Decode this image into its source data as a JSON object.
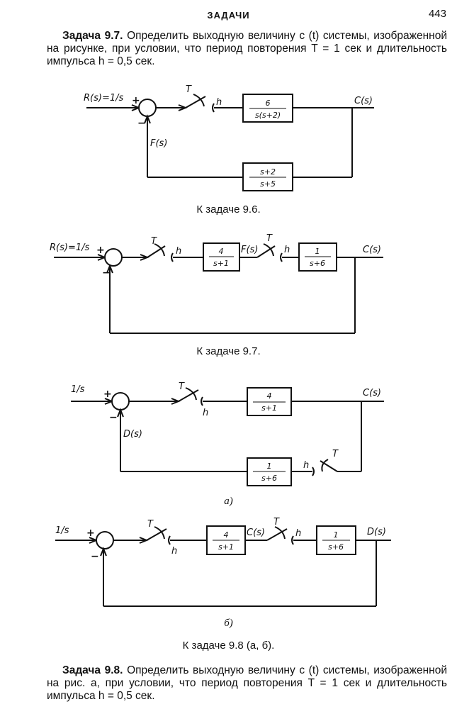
{
  "header": {
    "title": "ЗАДАЧИ",
    "page_number": "443"
  },
  "problem_97": {
    "label": "Задача 9.7.",
    "line1": "Определить выходную величину c (t) системы, изображенной",
    "line2": "на рисунке, при условии, что период повторения T = 1 сек и длительность",
    "line3": "импульса h = 0,5 сек."
  },
  "fig_96": {
    "input_label": "R(s)=1/s",
    "plus": "+",
    "minus": "−",
    "sampler_T": "T",
    "hold_h": "h",
    "forward_block": {
      "num": "6",
      "den": "s(s+2)"
    },
    "output_label": "C(s)",
    "feedback_label": "F(s)",
    "feedback_block": {
      "num": "s+2",
      "den": "s+5"
    },
    "caption": "К задаче 9.6."
  },
  "fig_97": {
    "input_label": "R(s)=1/s",
    "plus": "+",
    "minus": "−",
    "sampler1_T": "T",
    "hold1_h": "h",
    "block1": {
      "num": "4",
      "den": "s+1"
    },
    "mid_label": "F(s)",
    "sampler2_T": "T",
    "hold2_h": "h",
    "block2": {
      "num": "1",
      "den": "s+6"
    },
    "output_label": "C(s)",
    "caption": "К задаче 9.7."
  },
  "fig_98a": {
    "input_label": "1/s",
    "plus": "+",
    "minus": "−",
    "sampler1_T": "T",
    "hold1_h": "h",
    "forward_block": {
      "num": "4",
      "den": "s+1"
    },
    "output_label": "C(s)",
    "feedback_label": "D(s)",
    "sampler2_T": "T",
    "hold2_h": "h",
    "feedback_block": {
      "num": "1",
      "den": "s+6"
    },
    "subcaption": "a)"
  },
  "fig_98b": {
    "input_label": "1/s",
    "plus": "+",
    "minus": "−",
    "sampler1_T": "T",
    "hold1_h": "h",
    "block1": {
      "num": "4",
      "den": "s+1"
    },
    "mid_label": "C(s)",
    "sampler2_T": "T",
    "hold2_h": "h",
    "block2": {
      "num": "1",
      "den": "s+6"
    },
    "output_label": "D(s)",
    "subcaption": "б)",
    "caption": "К задаче 9.8 (а, б)."
  },
  "problem_98": {
    "label": "Задача 9.8.",
    "line1": "Определить выходную величину c (t) системы, изображенной",
    "line2": "на рис. а, при условии, что период повторения T = 1 сек и длительность",
    "line3": "импульса h = 0,5 сек."
  }
}
